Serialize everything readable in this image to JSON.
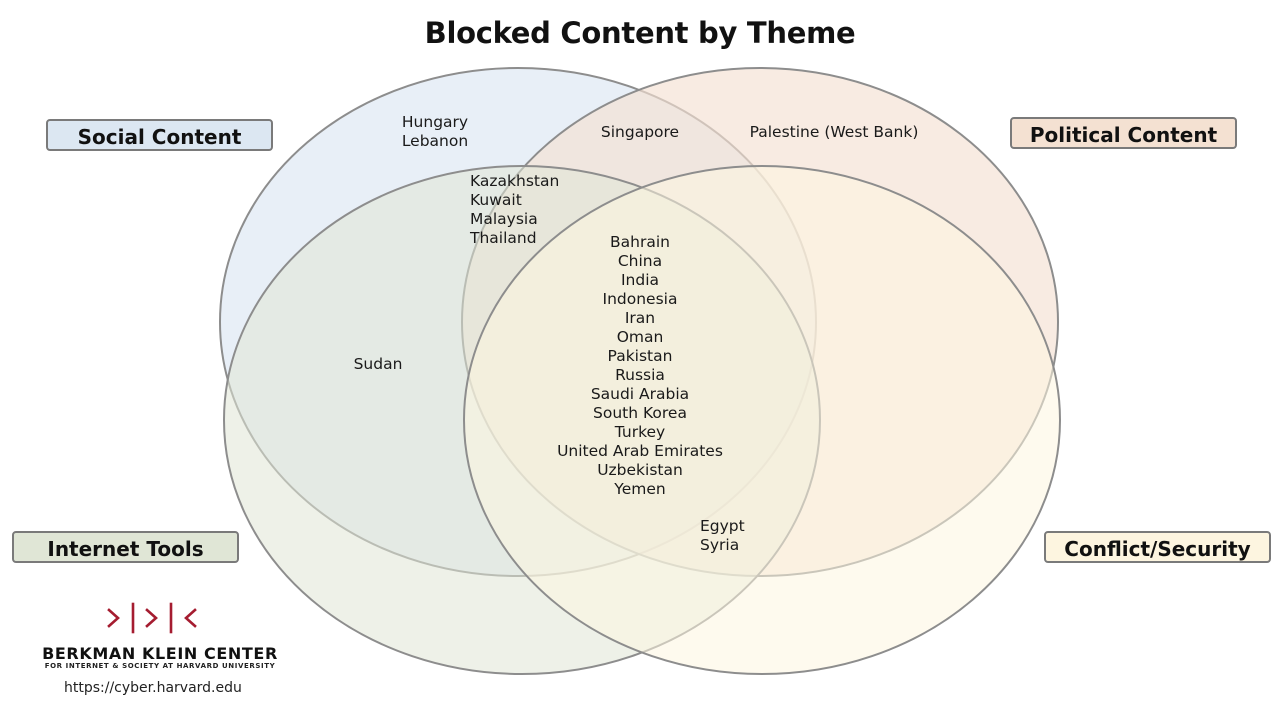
{
  "title": "Blocked Content by Theme",
  "categories": {
    "social": {
      "label": "Social Content",
      "color": "#dce7f2",
      "stroke": "#8d8d8d"
    },
    "political": {
      "label": "Political Content",
      "color": "#f4e1d2",
      "stroke": "#8d8d8d"
    },
    "internet_tools": {
      "label": "Internet Tools",
      "color": "#e0e6d6",
      "stroke": "#8d8d8d"
    },
    "conflict": {
      "label": "Conflict/Security",
      "color": "#fdf5e0",
      "stroke": "#8d8d8d"
    }
  },
  "regions": {
    "social_only": [
      "Hungary",
      "Lebanon"
    ],
    "social_political": [
      "Singapore"
    ],
    "political_only": [
      "Palestine (West Bank)"
    ],
    "social_political_tools": [
      "Kazakhstan",
      "Kuwait",
      "Malaysia",
      "Thailand"
    ],
    "social_tools": [
      "Sudan"
    ],
    "all_four": [
      "Bahrain",
      "China",
      "India",
      "Indonesia",
      "Iran",
      "Oman",
      "Pakistan",
      "Russia",
      "Saudi Arabia",
      "South Korea",
      "Turkey",
      "United Arab Emirates",
      "Uzbekistan",
      "Yemen"
    ],
    "tools_conflict": [
      "Egypt",
      "Syria"
    ]
  },
  "logo": {
    "name": "BERKMAN KLEIN CENTER",
    "subtitle": "FOR INTERNET & SOCIETY AT HARVARD UNIVERSITY",
    "url": "https://cyber.harvard.edu",
    "brand_color": "#a51c30"
  }
}
